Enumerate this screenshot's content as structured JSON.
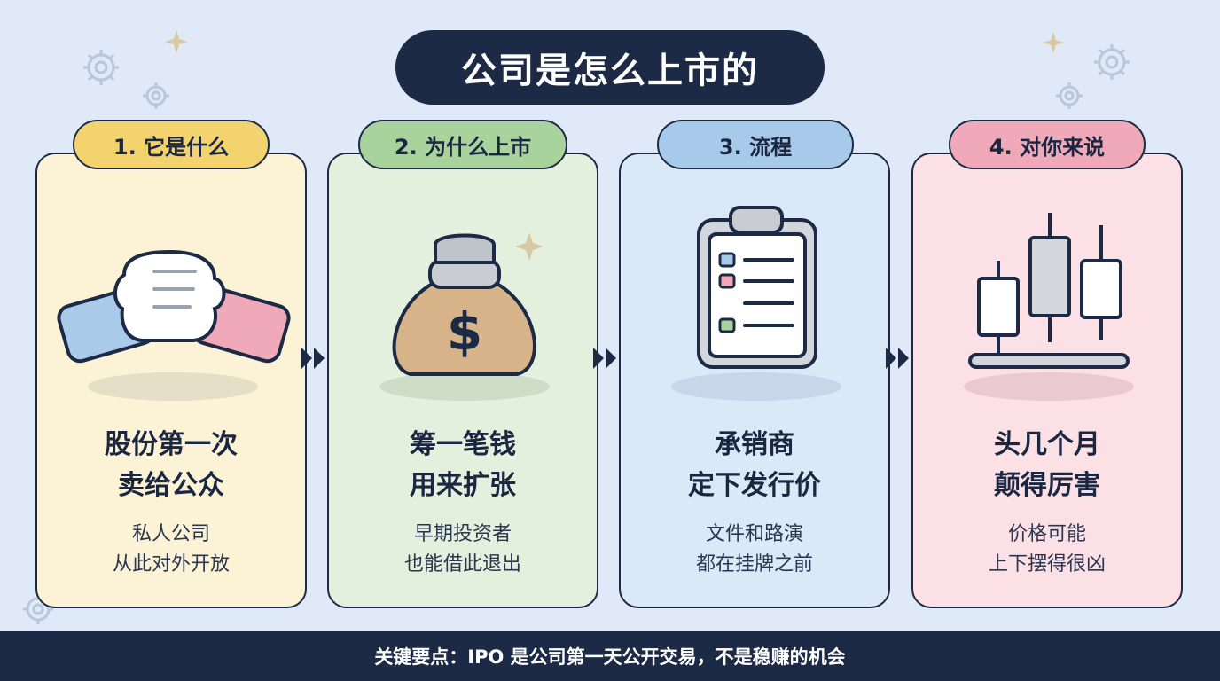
{
  "title": "公司是怎么上市的",
  "cards": [
    {
      "tab": "1. 它是什么",
      "headline": [
        "股份第一次",
        "卖给公众"
      ],
      "sub": [
        "私人公司",
        "从此对外开放"
      ],
      "icon": "handshake-icon",
      "color": "#fcf3d6",
      "tab_color": "#f3d36e"
    },
    {
      "tab": "2. 为什么上市",
      "headline": [
        "筹一笔钱",
        "用来扩张"
      ],
      "sub": [
        "早期投资者",
        "也能借此退出"
      ],
      "icon": "money-bag-icon",
      "color": "#e4f0de",
      "tab_color": "#a9d39c"
    },
    {
      "tab": "3. 流程",
      "headline": [
        "承销商",
        "定下发行价"
      ],
      "sub": [
        "文件和路演",
        "都在挂牌之前"
      ],
      "icon": "clipboard-icon",
      "color": "#dbe8f7",
      "tab_color": "#a7c9ea"
    },
    {
      "tab": "4. 对你来说",
      "headline": [
        "头几个月",
        "颠得厉害"
      ],
      "sub": [
        "价格可能",
        "上下摆得很凶"
      ],
      "icon": "candlestick-chart-icon",
      "color": "#fbe0e6",
      "tab_color": "#f0a9b8"
    }
  ],
  "footer": "关键要点：IPO 是公司第一天公开交易，不是稳赚的机会"
}
